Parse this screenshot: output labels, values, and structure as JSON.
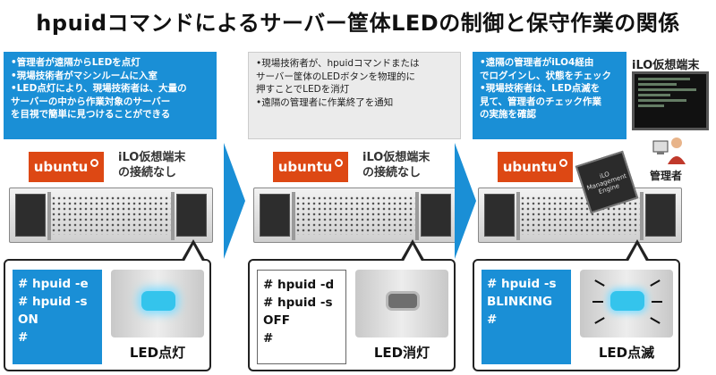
{
  "title": "hpuidコマンドによるサーバー筐体LEDの制御と保守作業の関係",
  "steps": [
    {
      "notes": [
        "•管理者が遠隔からLEDを点灯",
        "•現場技術者がマシンルームに入室",
        "•LED点灯により、現場技術者は、大量の",
        "サーバーの中から作業対象のサーバー",
        "を目視で簡単に見つけることができる"
      ],
      "ubuntu": "ubuntu",
      "ilo_status": [
        "iLO仮想端末",
        "の接続なし"
      ],
      "terminal": [
        "# hpuid -e",
        "# hpuid -s",
        "ON",
        "#"
      ],
      "led_state": "on",
      "led_label": "LED点灯"
    },
    {
      "notes": [
        "•現場技術者が、hpuidコマンドまたは",
        "サーバー筐体のLEDボタンを物理的に",
        "押すことでLEDを消灯",
        "•遠隔の管理者に作業終了を通知"
      ],
      "ubuntu": "ubuntu",
      "ilo_status": [
        "iLO仮想端末",
        "の接続なし"
      ],
      "terminal": [
        "# hpuid -d",
        "# hpuid -s",
        "OFF",
        "#"
      ],
      "led_state": "off",
      "led_label": "LED消灯"
    },
    {
      "notes": [
        "•遠隔の管理者がiLO4経由",
        "でログインし、状態をチェック",
        "•現場技術者は、LED点滅を",
        "見て、管理者のチェック作業",
        "の実施を確認"
      ],
      "ubuntu": "ubuntu",
      "terminal": [
        "# hpuid -s",
        "BLINKING",
        "#"
      ],
      "led_state": "blinking",
      "led_label": "LED点滅"
    }
  ],
  "ilo_terminal_label": "iLO仮想端末",
  "chip_text": "iLO Management Engine",
  "admin_label": "管理者",
  "colors": {
    "accent": "#1a8fd6",
    "ubuntu": "#dd4814",
    "led": "#34c4ec"
  }
}
